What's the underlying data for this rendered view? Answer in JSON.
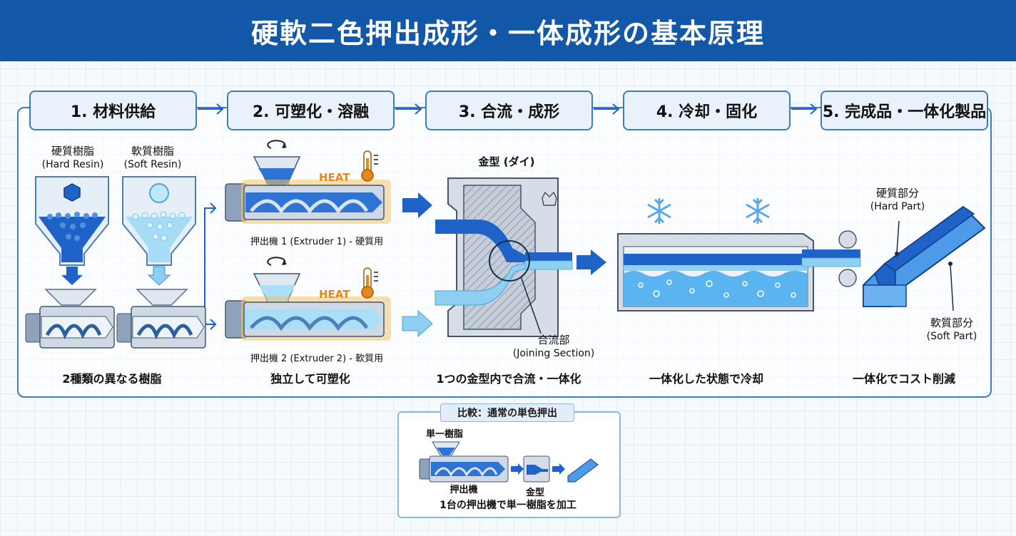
{
  "title": "硬軟二色押出成形・一体成形の基本原理",
  "steps": [
    {
      "label": "1. 材料供給",
      "caption": "2種類の異なる樹脂"
    },
    {
      "label": "2. 可塑化・溶融",
      "caption": "独立して可塑化"
    },
    {
      "label": "3. 合流・成形",
      "caption": "1つの金型内で合流・一体化"
    },
    {
      "label": "4. 冷却・固化",
      "caption": "一体化した状態で冷却"
    },
    {
      "label": "5. 完成品・一体化製品",
      "caption": "一体化でコスト削減"
    }
  ],
  "step1": {
    "hard_resin": "硬質樹脂",
    "hard_resin_en": "(Hard Resin)",
    "soft_resin": "軟質樹脂",
    "soft_resin_en": "(Soft Resin)"
  },
  "step2": {
    "heat": "HEAT",
    "extruder1": "押出機 1 (Extruder 1) - 硬質用",
    "extruder2": "押出機 2 (Extruder 2) - 軟質用"
  },
  "step3": {
    "die": "金型 (ダイ)",
    "joining": "合流部",
    "joining_en": "(Joining Section)"
  },
  "step5": {
    "hard_part": "硬質部分",
    "hard_part_en": "(Hard Part)",
    "soft_part": "軟質部分",
    "soft_part_en": "(Soft Part)"
  },
  "comparison": {
    "title": "比較：通常の単色押出",
    "single_resin": "単一樹脂",
    "extruder": "押出機",
    "die": "金型",
    "caption": "1台の押出機で単一樹脂を加工"
  },
  "colors": {
    "primary": "#1257a8",
    "hard_blue": "#1f63c8",
    "soft_blue": "#8fd0f2",
    "heat": "#e8871a"
  }
}
